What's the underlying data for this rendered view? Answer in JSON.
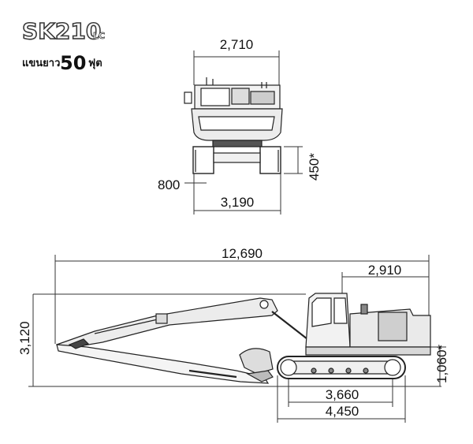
{
  "header": {
    "model": "SK210",
    "model_suffix": "LC",
    "arm_label": "แขนยาว",
    "arm_length": "50",
    "arm_unit": "ฟุต"
  },
  "front_view": {
    "overall_width": "2,710",
    "track_shoe_width": "800",
    "track_gauge_width": "3,190",
    "ground_clearance": "450*"
  },
  "side_view": {
    "overall_length": "12,690",
    "tail_swing_radius": "2,910",
    "overall_height": "3,120",
    "counterweight_clearance": "1,060*",
    "tumbler_distance": "3,660",
    "track_length": "4,450"
  }
}
